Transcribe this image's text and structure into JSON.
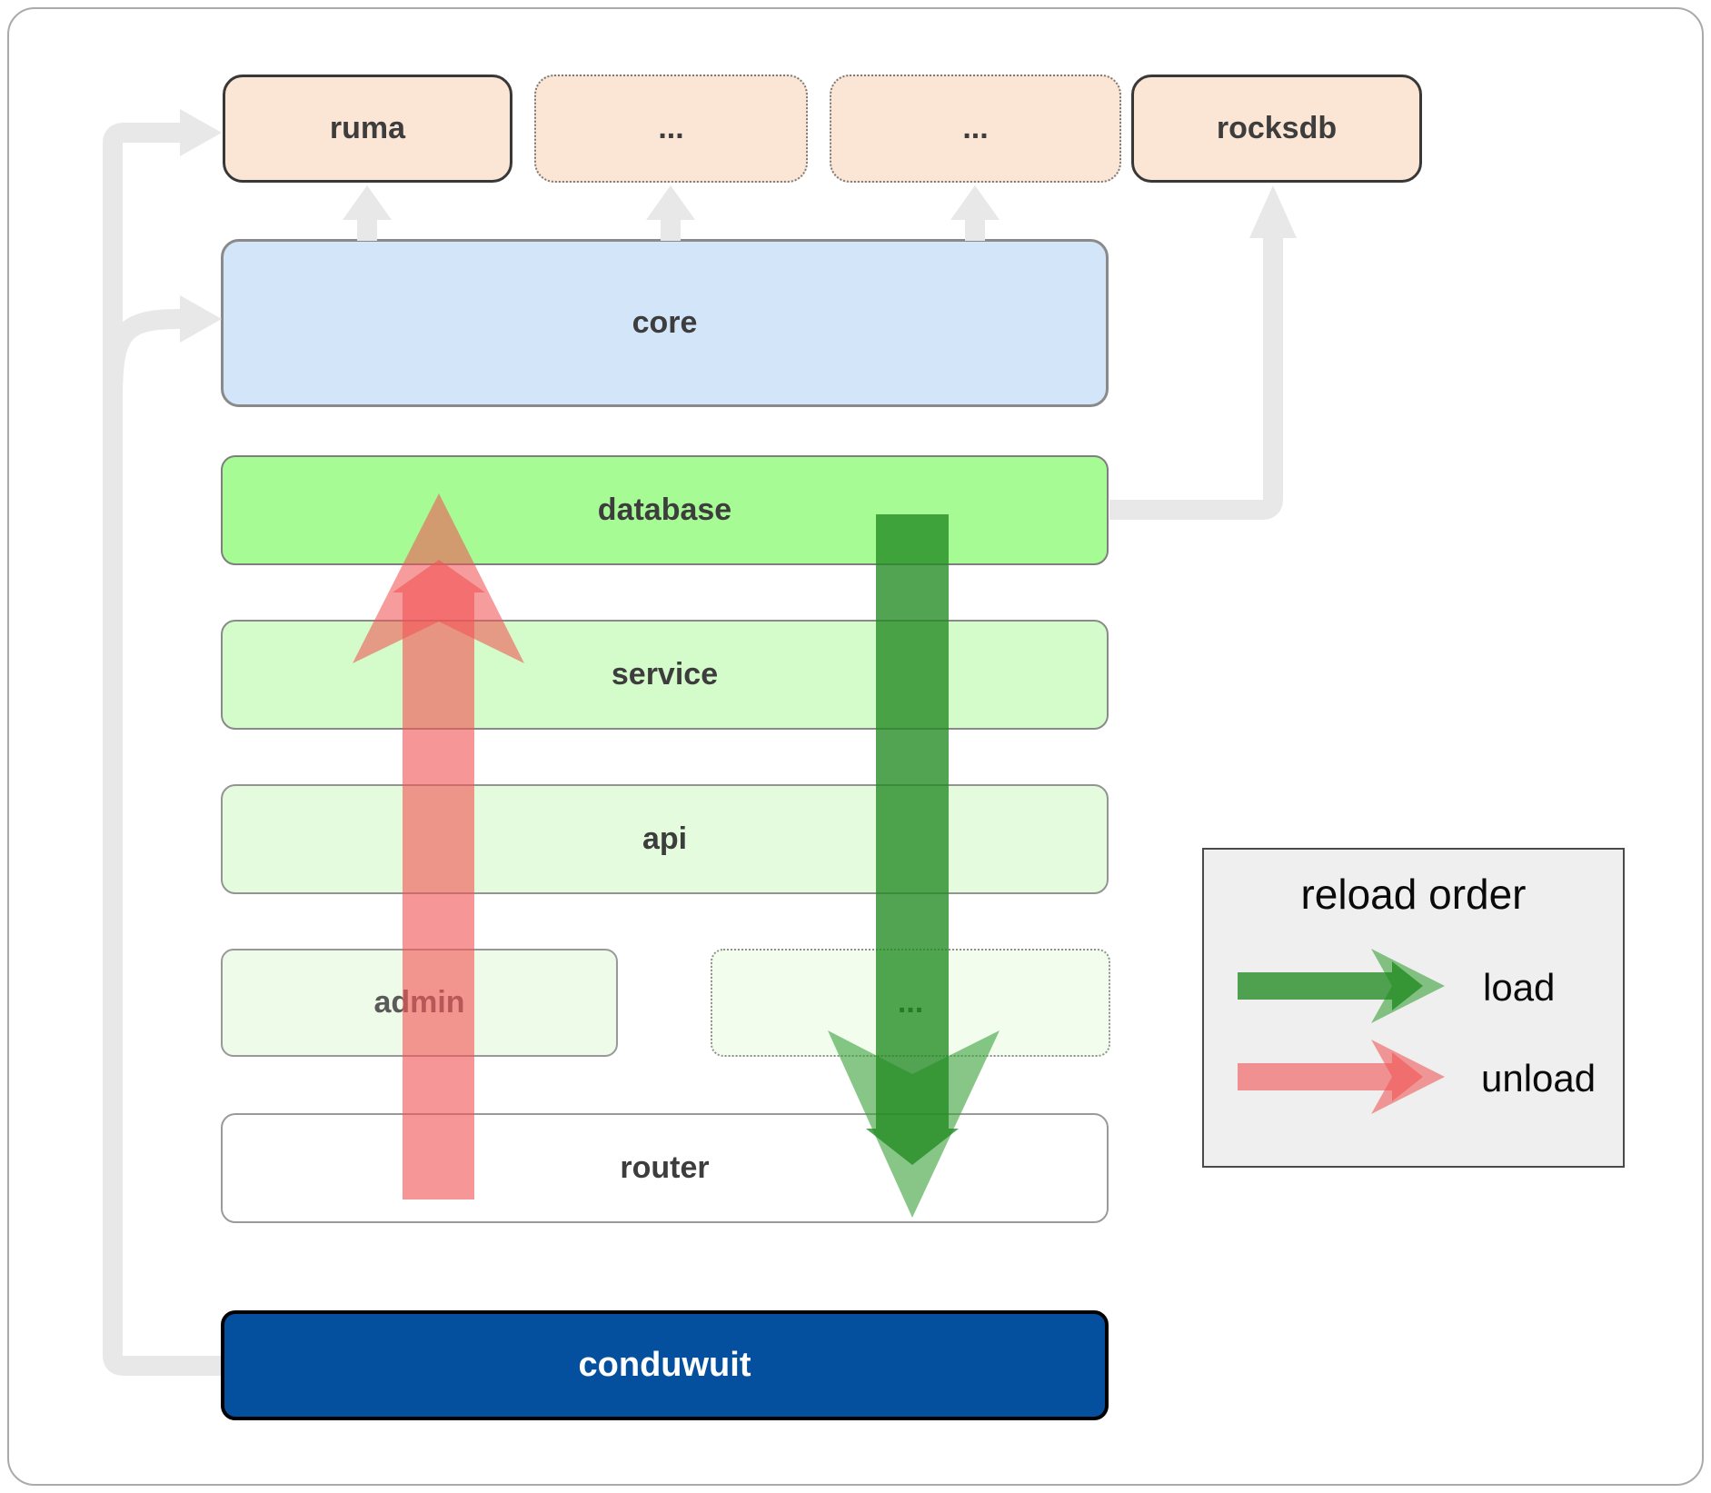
{
  "diagram": {
    "title_hint": "conduwuit module architecture / reload order diagram",
    "top_row": [
      {
        "label": "ruma",
        "border": "solid"
      },
      {
        "label": "...",
        "border": "dotted"
      },
      {
        "label": "...",
        "border": "dotted"
      },
      {
        "label": "rocksdb",
        "border": "solid"
      }
    ],
    "layers": [
      {
        "label": "core"
      },
      {
        "label": "database"
      },
      {
        "label": "service"
      },
      {
        "label": "api"
      }
    ],
    "admin_row": {
      "admin_label": "admin",
      "more_label": "..."
    },
    "router_label": "router",
    "app_label": "conduwuit",
    "legend": {
      "title": "reload order",
      "items": [
        {
          "label": "load",
          "color": "#2a9235"
        },
        {
          "label": "unload",
          "color": "#f25555"
        }
      ]
    },
    "colors": {
      "top_box_fill": "#fbe5d5",
      "core_fill": "#d3e5f8",
      "database_fill": "#a6fb94",
      "service_fill": "#d4fbca",
      "api_fill": "#e5fbdd",
      "admin_fill": "#effbe9",
      "router_fill": "#ffffff",
      "app_fill": "#05509e",
      "connector_gray": "#e8e8e8",
      "load_green": "#218b21",
      "unload_red": "#f25555",
      "legend_bg": "#efefef"
    }
  }
}
